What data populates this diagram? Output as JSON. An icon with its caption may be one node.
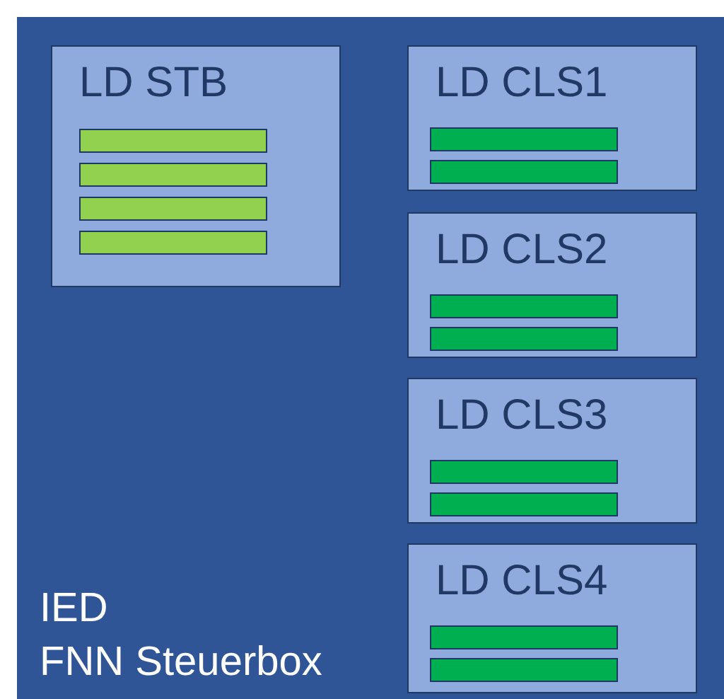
{
  "diagram": {
    "nodes": [
      {
        "text": [
          "IED",
          "FNN Steuerbox"
        ]
      },
      {
        "text": [
          "LD STB"
        ],
        "in": 0
      },
      {
        "text": [],
        "shape": "bar",
        "in": 1
      },
      {
        "text": [],
        "shape": "bar",
        "in": 1
      },
      {
        "text": [],
        "shape": "bar",
        "in": 1
      },
      {
        "text": [],
        "shape": "bar",
        "in": 1
      },
      {
        "text": [
          "LD CLS1"
        ],
        "in": 0
      },
      {
        "text": [],
        "shape": "bar",
        "in": 6
      },
      {
        "text": [],
        "shape": "bar",
        "in": 6
      },
      {
        "text": [
          "LD CLS2"
        ],
        "in": 0
      },
      {
        "text": [],
        "shape": "bar",
        "in": 9
      },
      {
        "text": [],
        "shape": "bar",
        "in": 9
      },
      {
        "text": [
          "LD CLS3"
        ],
        "in": 0
      },
      {
        "text": [],
        "shape": "bar",
        "in": 12
      },
      {
        "text": [],
        "shape": "bar",
        "in": 12
      },
      {
        "text": [
          "LD CLS4"
        ],
        "in": 0
      },
      {
        "text": [],
        "shape": "bar",
        "in": 15
      },
      {
        "text": [],
        "shape": "bar",
        "in": 15
      }
    ]
  }
}
